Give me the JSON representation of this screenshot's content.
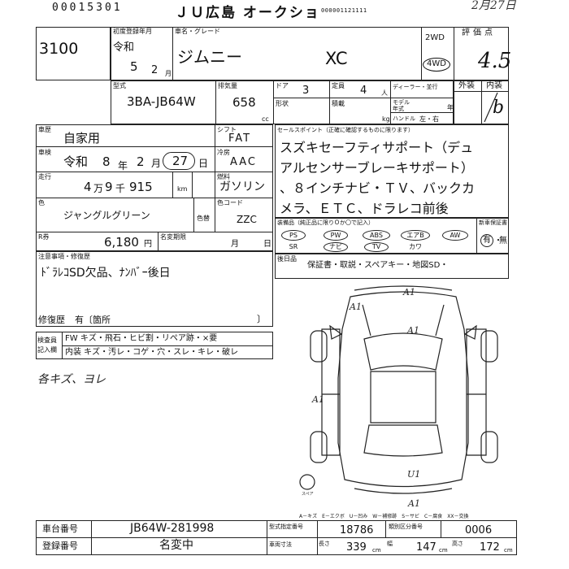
{
  "header": {
    "lot_stamp": "00015301",
    "auction_title": "ＪＵ広島 オークショ",
    "barcode_digits": "000001121111",
    "date_handwritten": "2月27日"
  },
  "lot": {
    "number": "3100"
  },
  "first_reg": {
    "label": "初度登録年月",
    "era": "令和",
    "year": "5",
    "month": "2",
    "month_unit": "月"
  },
  "model": {
    "label": "車名・グレード",
    "name": "ジムニー",
    "grade": "XC"
  },
  "drive": {
    "option_2wd": "2WD",
    "option_4wd": "4WD"
  },
  "score": {
    "label": "評価点",
    "value": "4.5",
    "exterior_label": "外装",
    "interior_label": "内装",
    "interior_value": "b"
  },
  "type_code": {
    "label": "型式",
    "value": "3BA-JB64W"
  },
  "displacement": {
    "label": "排気量",
    "value": "658",
    "unit": "cc"
  },
  "doors": {
    "label": "ドア",
    "value": "3",
    "shape_label": "形状"
  },
  "capacity": {
    "label": "定員",
    "value": "4",
    "unit": "人",
    "weight_label": "積載",
    "weight_unit": "kg"
  },
  "dealer": {
    "label": "ディーラー・並行",
    "model_year_label": "モデル年式",
    "handle_label": "ハンドル",
    "handle_options": "左・右",
    "year_unit": "年"
  },
  "usage": {
    "label": "車歴",
    "value": "自家用"
  },
  "shift": {
    "label": "シフト",
    "value": "FAT"
  },
  "inspection": {
    "label": "車検",
    "era": "令和",
    "year": "8",
    "year_unit": "年",
    "month": "2",
    "month_unit": "月",
    "day": "27",
    "day_unit": "日"
  },
  "aircon": {
    "label": "冷房",
    "value": "AAC"
  },
  "mileage": {
    "label": "走行",
    "man": "4",
    "man_unit": "万",
    "sen": "9",
    "sen_unit": "千",
    "rest": "915",
    "unit": "km"
  },
  "fuel": {
    "label": "燃料",
    "value": "ガソリン"
  },
  "color": {
    "label": "色",
    "value": "ジャングルグリーン",
    "change_label": "色替",
    "code_label": "色コード",
    "code_value": "ZZC"
  },
  "recycle": {
    "label": "R券",
    "value": "6,180",
    "unit": "円",
    "tax_label": "名変期限",
    "tax_month_unit": "月",
    "tax_day_unit": "日"
  },
  "notes": {
    "label": "注意事項・修復歴",
    "text": "ﾄﾞﾗﾚｺSD欠品、ﾅﾝﾊﾞｰ後日",
    "repair_label": "修復歴",
    "repair_value": "有〔箇所",
    "repair_close": "〕"
  },
  "inspector": {
    "label_1": "検査員",
    "label_2": "記入欄",
    "row1": "FW キズ・飛石・ヒビ割・リペア跡・×要",
    "row2": "内装 キズ・汚レ・コゲ・穴・スレ・キレ・破レ",
    "handwritten": "各キズ、ヨレ"
  },
  "sales_point": {
    "label": "セールスポイント（正確に確認するものに限ります）",
    "lines": [
      "スズキセーフティサポート（デュ",
      "アルセンサーブレーキサポート）",
      "、８インチナビ・ＴＶ、バックカ",
      "メラ、ＥＴＣ、ドラレコ前後"
    ]
  },
  "equipment": {
    "label": "装備品（純正品に限りＯか〇で記入）",
    "items": [
      "PS",
      "PW",
      "ABS",
      "エアB",
      "AW"
    ],
    "sub_items": [
      "SR",
      "ナビ",
      "TV",
      "カワ"
    ],
    "new_car_label": "新車保証書",
    "new_car_options": [
      "有",
      "無"
    ]
  },
  "accessories": {
    "label": "後日品",
    "value": "保証書・取説・スペアキー・地図SD・"
  },
  "diagram": {
    "marks": [
      "A1",
      "A1",
      "A1",
      "A1",
      "U1",
      "A1"
    ],
    "spare_label": "スペア"
  },
  "legend": {
    "text": "A－キズ　E－エクボ　U－凹み　W－補修跡　S－サビ　C－腐食　XX－交換"
  },
  "footer": {
    "chassis_label": "車台番号",
    "chassis_value": "JB64W-281998",
    "reg_label": "登録番号",
    "reg_value": "名変中",
    "approval_label": "型式指定番号",
    "approval_value": "18786",
    "class_label": "類別区分番号",
    "class_value": "0006",
    "dims_label": "車両寸法",
    "length_label": "長さ",
    "length_value": "339",
    "width_label": "幅",
    "width_value": "147",
    "height_label": "高さ",
    "height_value": "172",
    "dim_unit": "cm"
  }
}
